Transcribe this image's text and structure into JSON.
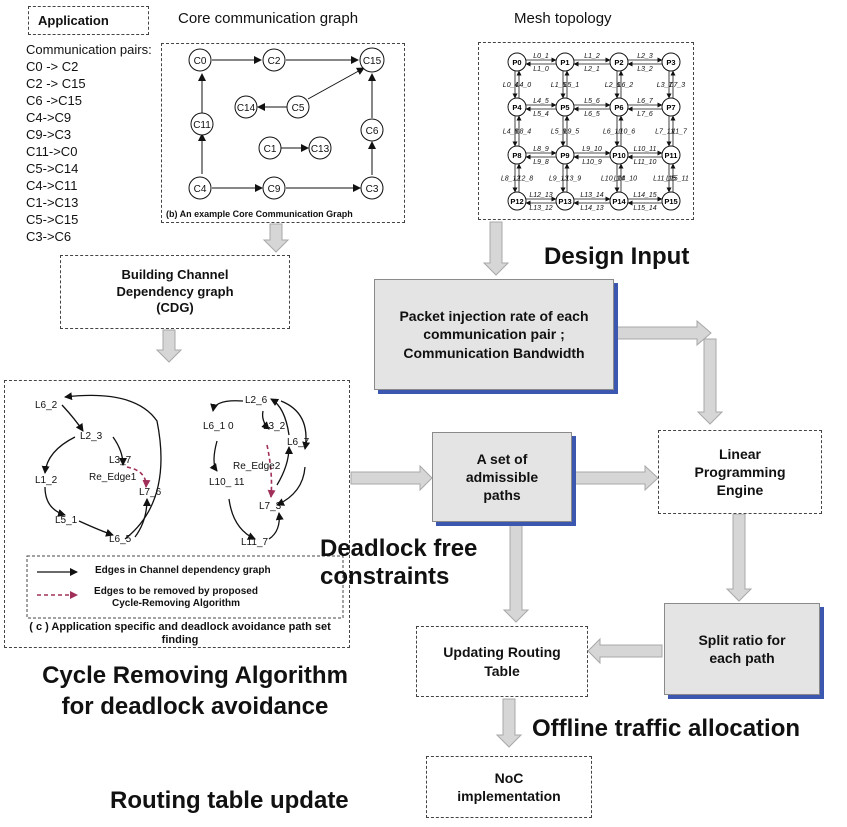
{
  "application": {
    "title": "Application",
    "pairs_label": "Communication pairs:",
    "pairs": [
      "C0 -> C2",
      "C2 -> C15",
      "C6 ->C15",
      "C4->C9",
      "C9->C3",
      "C11->C0",
      "C5->C14",
      "C4->C11",
      "C1->C13",
      "C5->C15",
      "C3->C6"
    ]
  },
  "core_graph": {
    "title": "Core communication graph",
    "caption": "(b) An example Core Communication Graph",
    "nodes": [
      "C0",
      "C2",
      "C15",
      "C14",
      "C5",
      "C11",
      "C6",
      "C1",
      "C13",
      "C4",
      "C9",
      "C3"
    ]
  },
  "mesh": {
    "title": "Mesh topology",
    "nodes": [
      "P0",
      "P1",
      "P2",
      "P3",
      "P4",
      "P5",
      "P6",
      "P7",
      "P8",
      "P9",
      "P10",
      "P11",
      "P12",
      "P13",
      "P14",
      "P15"
    ],
    "links": [
      "L0_1",
      "L1_2",
      "L2_3",
      "L1_0",
      "L2_1",
      "L3_2",
      "L0_4",
      "L4_0",
      "L1_5",
      "L5_1",
      "L2_6",
      "L6_2",
      "L3_7",
      "L7_3",
      "L4_5",
      "L5_4",
      "L5_6",
      "L6_5",
      "L6_7",
      "L7_6",
      "L4_8",
      "L8_4",
      "L5_9",
      "L9_5",
      "L6_10",
      "L10_6",
      "L7_11",
      "L11_7",
      "L8_9",
      "L9_8",
      "L9_10",
      "L10_9",
      "L10_11",
      "L11_10",
      "L8_12",
      "L12_8",
      "L9_13",
      "L13_9",
      "L10_14",
      "L14_10",
      "L11_15",
      "L15_11",
      "L12_13",
      "L13_12",
      "L13_14",
      "L14_13",
      "L14_15",
      "L15_14"
    ]
  },
  "cdg_box": {
    "text": "Building Channel Dependency graph (CDG)"
  },
  "cdg_panel": {
    "caption": "( c )  Application specific and deadlock avoidance path set finding",
    "left_nodes": [
      "L6_2",
      "L2_3",
      "L3_7",
      "L1_2",
      "L7_6",
      "L5_1",
      "L6_5"
    ],
    "left_re_edge": "Re_Edge1",
    "right_nodes": [
      "L2_6",
      "L6_1 0",
      "L3_2",
      "L6_7",
      "L10_ 11",
      "L7_3",
      "L11_7"
    ],
    "right_re_edge": "Re_Edge2",
    "legend": {
      "solid": "Edges in Channel dependency graph",
      "dashed": "Edges to be removed by proposed Cycle-Removing Algorithm"
    }
  },
  "boxes": {
    "packet": "Packet injection rate of each communication pair ; Communication Bandwidth",
    "admissible": "A set of admissible paths",
    "lp": "Linear Programming Engine",
    "split": "Split  ratio for each path",
    "routing": "Updating Routing Table",
    "noc": "NoC implementation"
  },
  "labels": {
    "design_input": "Design Input",
    "deadlock": "Deadlock free constraints",
    "cycle": "Cycle Removing Algorithm for deadlock avoidance",
    "offline": "Offline traffic allocation",
    "routing_update": "Routing table update"
  },
  "colors": {
    "shadow": "#3b57b0",
    "dashed_edge": "#a0305a",
    "box_fill": "#e4e4e4",
    "arrow_fill": "#d6d6d6"
  }
}
